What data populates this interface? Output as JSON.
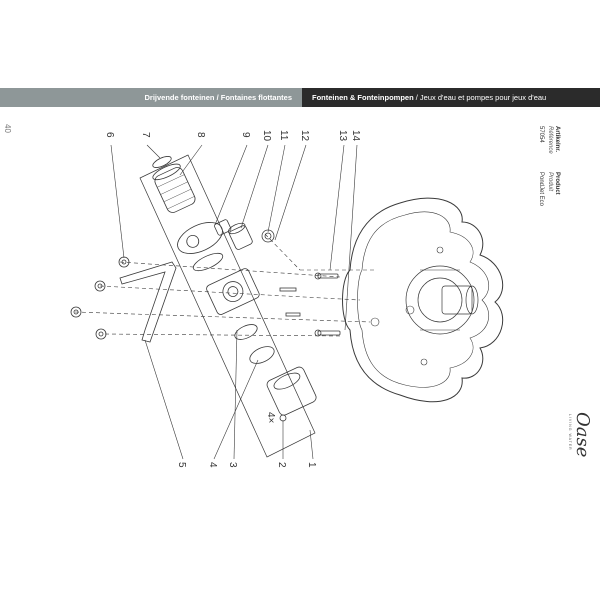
{
  "header": {
    "left_text": "Drijvende fonteinen / Fontaines flottantes",
    "right_text_bold": "Fonteinen & Fonteinpompen",
    "right_text_normal": " / Jeux d'eau et pompes pour jeux d'eau"
  },
  "page_number": "40",
  "sidebar": {
    "artikelnr_label": "Artikelnr.",
    "reference_label": "Référence",
    "product_label": "Product",
    "produit_label": "Produit",
    "item_code": "57054",
    "item_name": "PondJet Eco"
  },
  "logo": {
    "brand": "Oase",
    "tagline": "LIVING WATER"
  },
  "callouts": [
    "1",
    "2",
    "3",
    "4",
    "5",
    "6",
    "7",
    "8",
    "9",
    "10",
    "11",
    "12",
    "13",
    "14"
  ],
  "quantity_note": "4×",
  "colors": {
    "band_left": "#8e9798",
    "band_right": "#2b2b2b",
    "line_art": "#3a3a3a"
  }
}
